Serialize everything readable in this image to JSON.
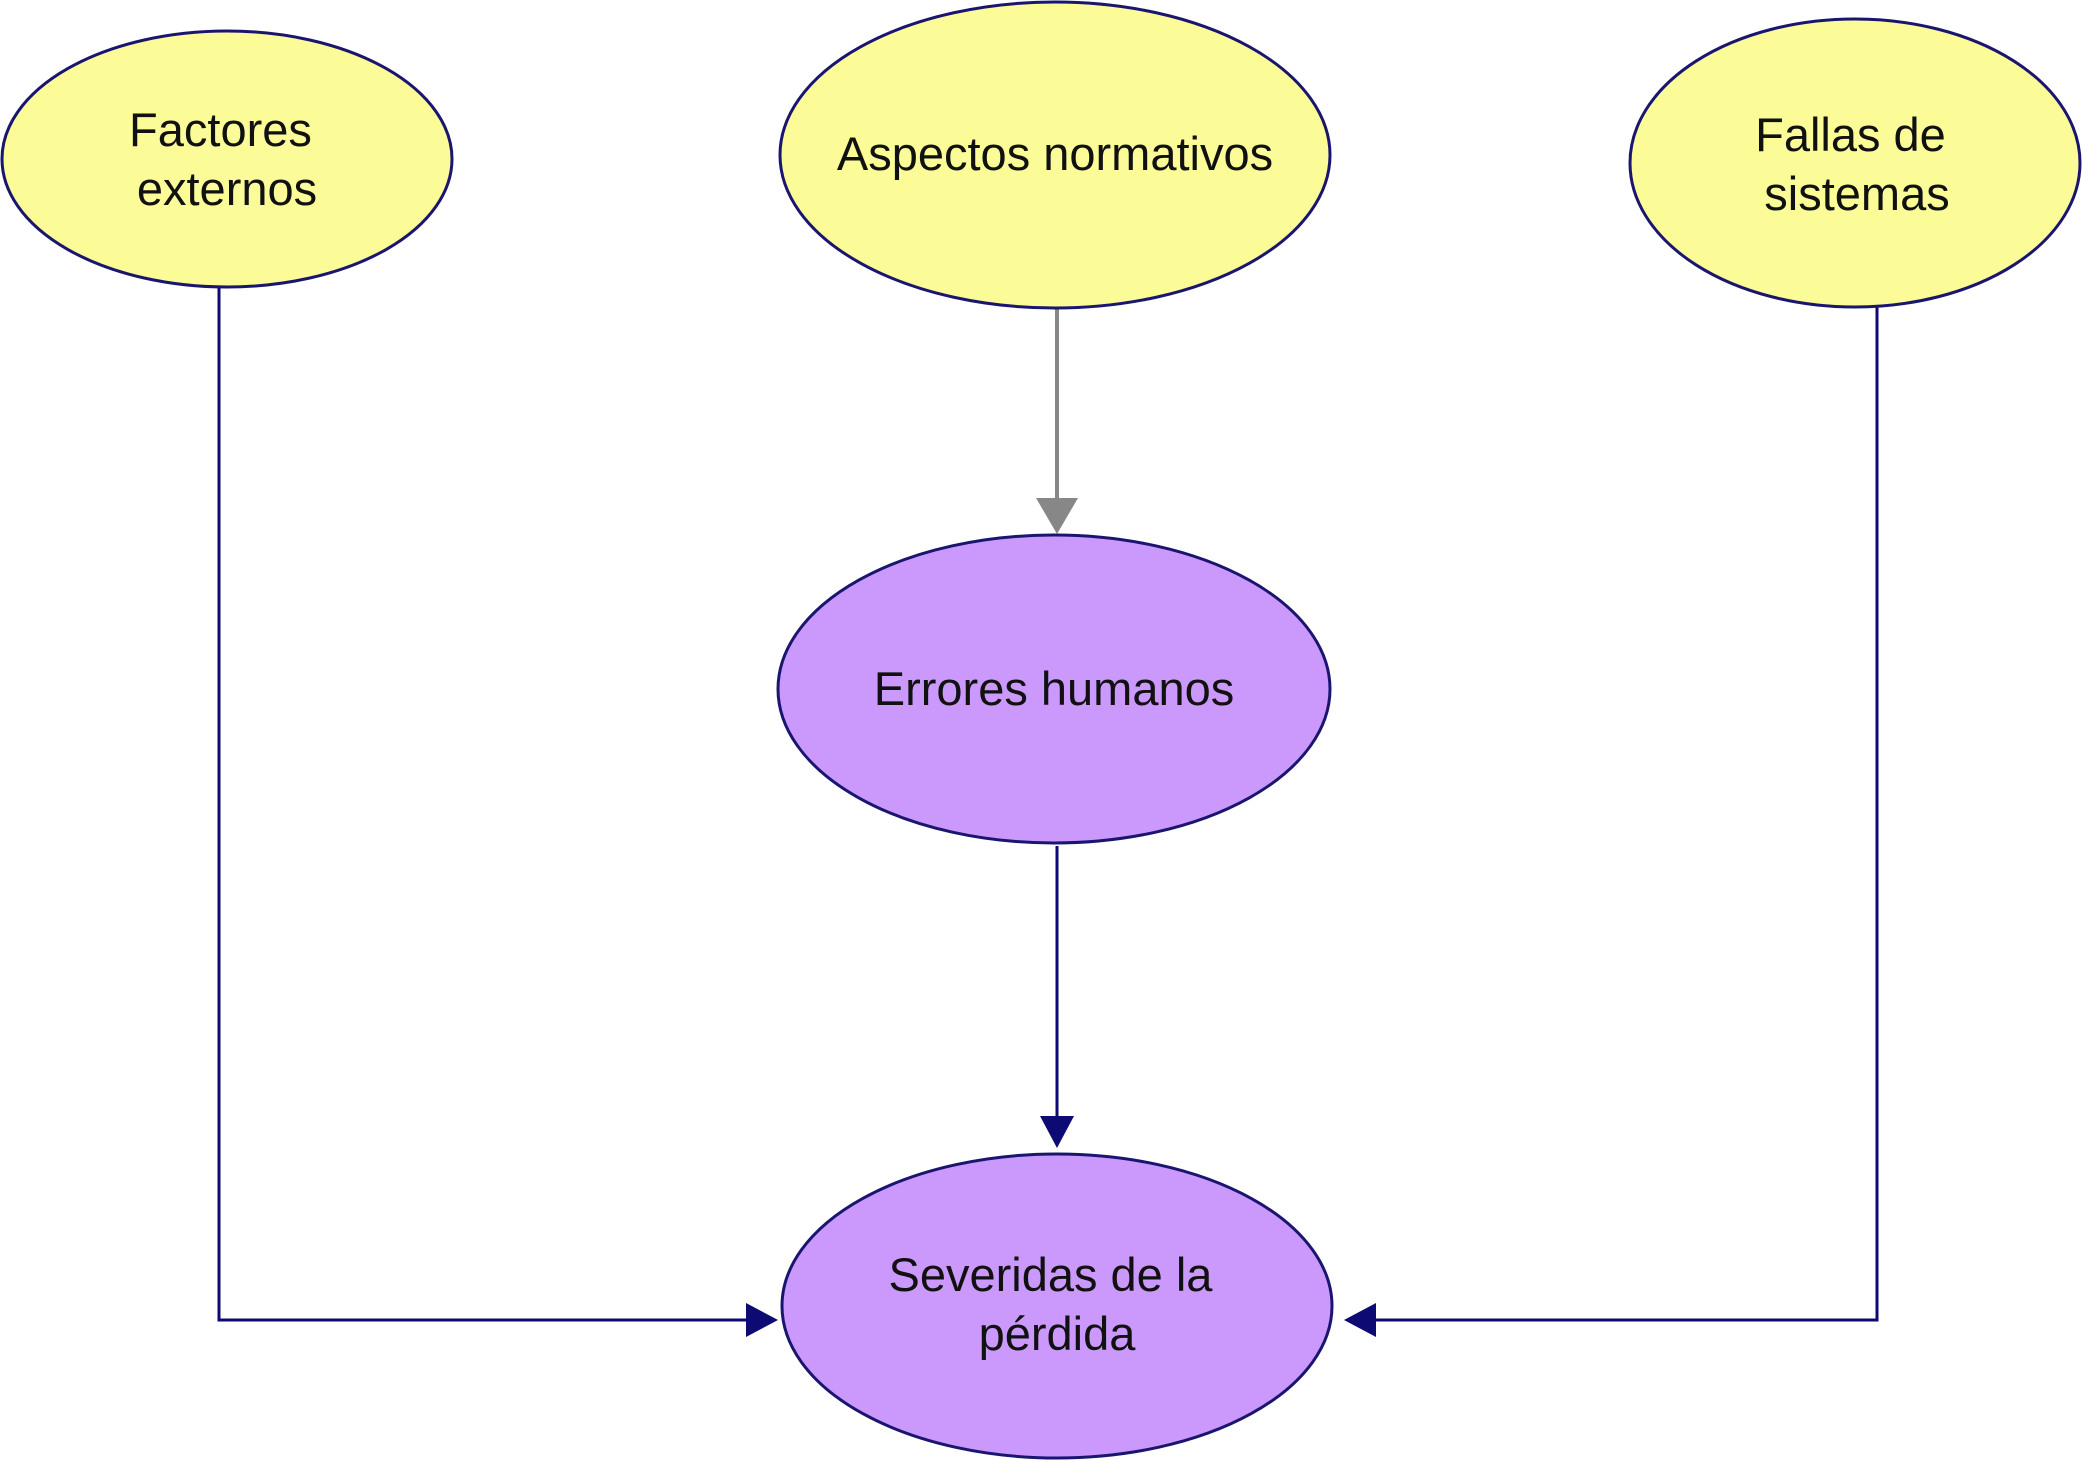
{
  "diagram": {
    "nodes": {
      "external_factors": {
        "lines": [
          "Factores",
          "externos"
        ]
      },
      "normative_aspects": {
        "lines": [
          "Aspectos normativos"
        ]
      },
      "system_failures": {
        "lines": [
          "Fallas de",
          "sistemas"
        ]
      },
      "human_errors": {
        "lines": [
          "Errores humanos"
        ]
      },
      "loss_severity": {
        "lines": [
          "Severidas de la",
          "pérdida"
        ]
      }
    }
  },
  "colors": {
    "yellow_fill": "#FBFB98",
    "purple_fill": "#CB99FB",
    "outline": "#1A1670",
    "arrow_navy": "#0D0A73",
    "arrow_gray": "#878787"
  }
}
